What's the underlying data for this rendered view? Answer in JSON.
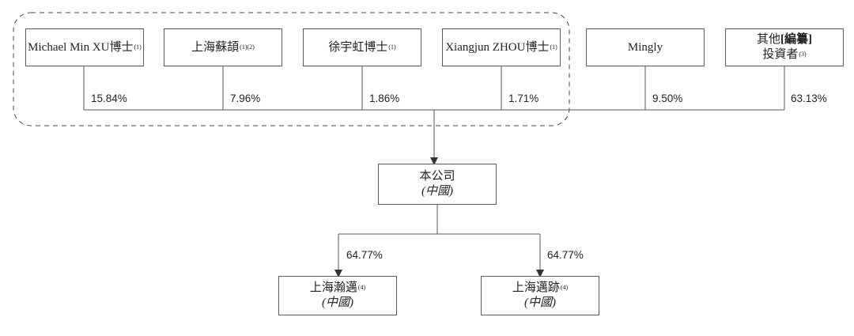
{
  "shareholders": [
    {
      "name": "Michael Min XU博士",
      "note": "(1)",
      "pct": "15.84%"
    },
    {
      "name": "上海蘇頡",
      "note": "(1)(2)",
      "pct": "7.96%"
    },
    {
      "name": "徐宇虹博士",
      "note": "(1)",
      "pct": "1.86%"
    },
    {
      "name": "Xiangjun ZHOU博士",
      "note": "(1)",
      "pct": "1.71%"
    },
    {
      "name": "Mingly",
      "note": "",
      "pct": "9.50%"
    },
    {
      "name_line1_pre": "其他",
      "name_line1_bold": "[編纂]",
      "name_line2": "投資者",
      "note": "(3)",
      "pct": "63.13%"
    }
  ],
  "company": {
    "name": "本公司",
    "jurisdiction": "(中國)"
  },
  "subsidiaries": [
    {
      "name": "上海瀚邁",
      "note": "(4)",
      "jurisdiction": "(中國)",
      "pct": "64.77%"
    },
    {
      "name": "上海邁跡",
      "note": "(4)",
      "jurisdiction": "(中國)",
      "pct": "64.77%"
    }
  ]
}
